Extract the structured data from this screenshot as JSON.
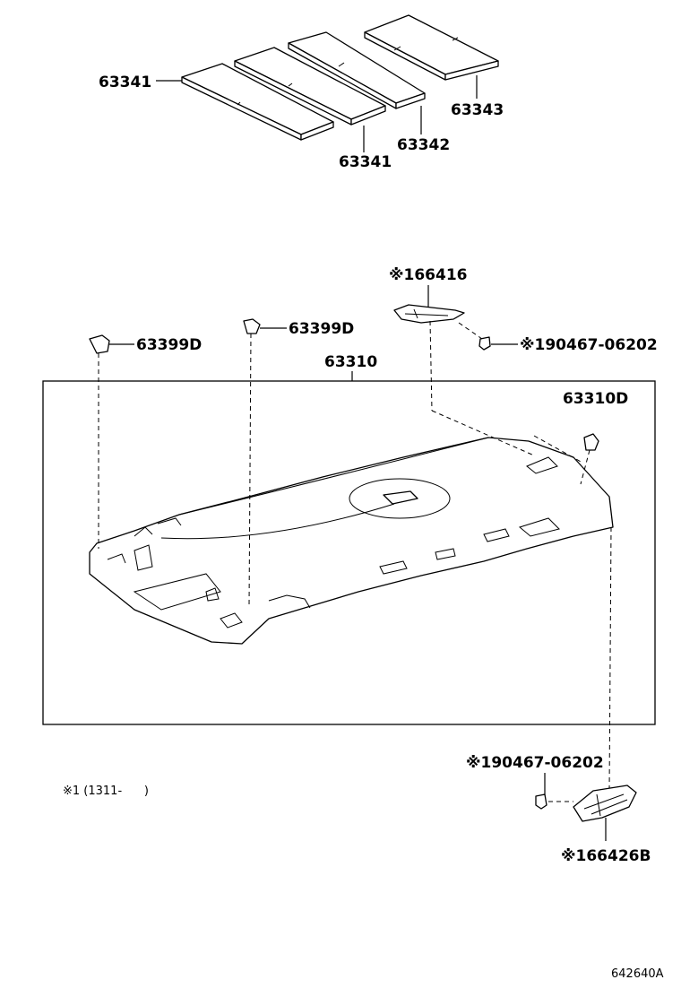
{
  "labels": {
    "p63341_left": "63341",
    "p63341_bottom": "63341",
    "p63342": "63342",
    "p63343": "63343",
    "p66416": "※166416",
    "p90467_top": "※190467-06202",
    "p63399d_left": "63399D",
    "p63399d_right": "63399D",
    "p63310": "63310",
    "p63310d": "63310D",
    "p90467_bottom": "※190467-06202",
    "p66426b": "※166426B"
  },
  "note": "※1 (1311-      )",
  "figure_id": "642640A"
}
